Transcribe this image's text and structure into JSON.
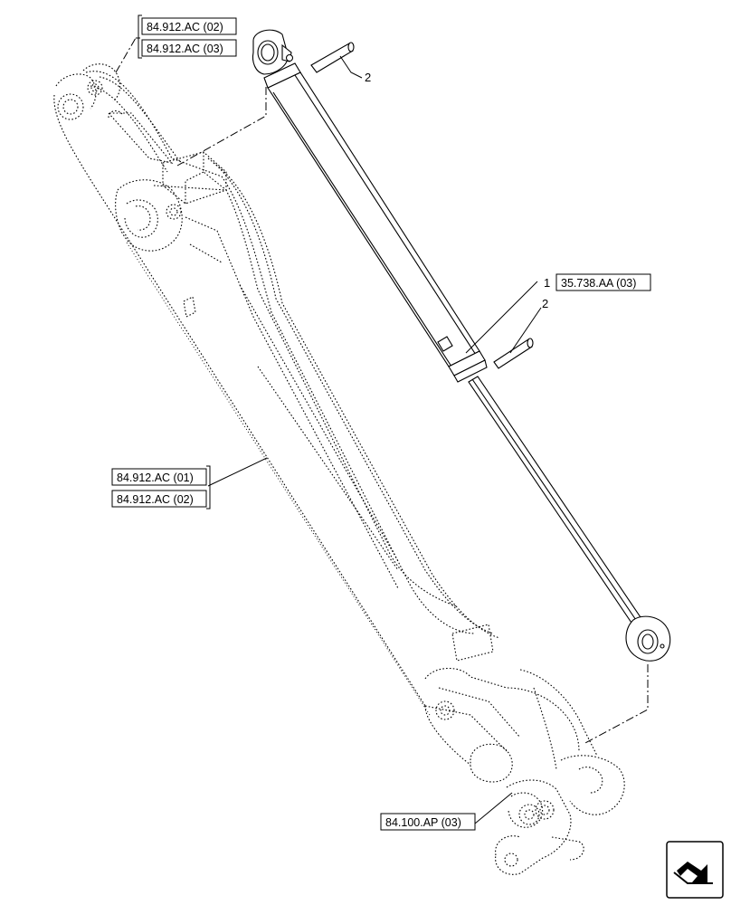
{
  "references": {
    "top_left_1": "84.912.AC (02)",
    "top_left_2": "84.912.AC (03)",
    "middle_left_1": "84.912.AC (01)",
    "middle_left_2": "84.912.AC (02)",
    "cylinder_ref": "35.738.AA (03)",
    "bottom_ref": "84.100.AP (03)"
  },
  "callouts": {
    "pin_top": "2",
    "cylinder": "1",
    "pin_mid": "2"
  },
  "icons": {
    "nav": "return-arrow-icon"
  },
  "colors": {
    "line": "#000000",
    "background": "#ffffff"
  }
}
